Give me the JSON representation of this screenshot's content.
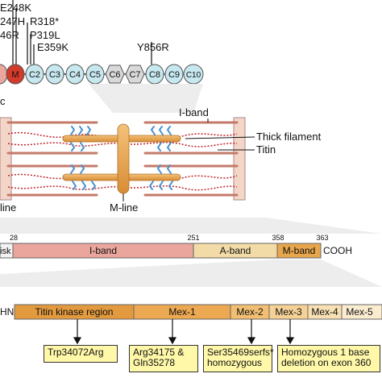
{
  "mutations": {
    "labels": [
      "E248K",
      "247H",
      "46R",
      "R318*",
      "P319L",
      "E359K"
    ],
    "y856r": "Y856R"
  },
  "domains": {
    "m": "M",
    "c2": "C2",
    "c3": "C3",
    "c4": "C4",
    "c5": "C5",
    "c6": "C6",
    "c7": "C7",
    "c8": "C8",
    "c9": "C9",
    "c10": "C10"
  },
  "sarcomere": {
    "iband": "I-band",
    "thick_filament": "Thick filament",
    "titin": "Titin",
    "mline": "M-line",
    "zline_partial": "line",
    "partial_c": "c"
  },
  "titin_bar": {
    "numbers": {
      "n28": "28",
      "n251": "251",
      "n358": "358",
      "n363": "363"
    },
    "disk": "isk",
    "iband": "I-band",
    "aband": "A-band",
    "mband": "M-band",
    "cooh": "COOH"
  },
  "mband_bar": {
    "hn": "HN",
    "kinase": "Titin kinase region",
    "mex1": "Mex-1",
    "mex2": "Mex-2",
    "mex3": "Mex-3",
    "mex4": "Mex-4",
    "mex5": "Mex-5"
  },
  "variants": {
    "v1": [
      "Trp34072Arg"
    ],
    "v2": [
      "Arg34175 &",
      "Gln35278"
    ],
    "v3": [
      "Ser35469serfs*",
      "homozygous"
    ],
    "v4": [
      "Homozygous 1 base",
      "deletion on exon 360"
    ]
  },
  "colors": {
    "m_domain": "#d23a2a",
    "c_domain": "#c8e8f0",
    "hex_domain": "#d9d9d9",
    "iband": "#eaa59c",
    "aband": "#f2dba6",
    "mband": "#e7a64c",
    "variant_box": "#fff8a8"
  }
}
